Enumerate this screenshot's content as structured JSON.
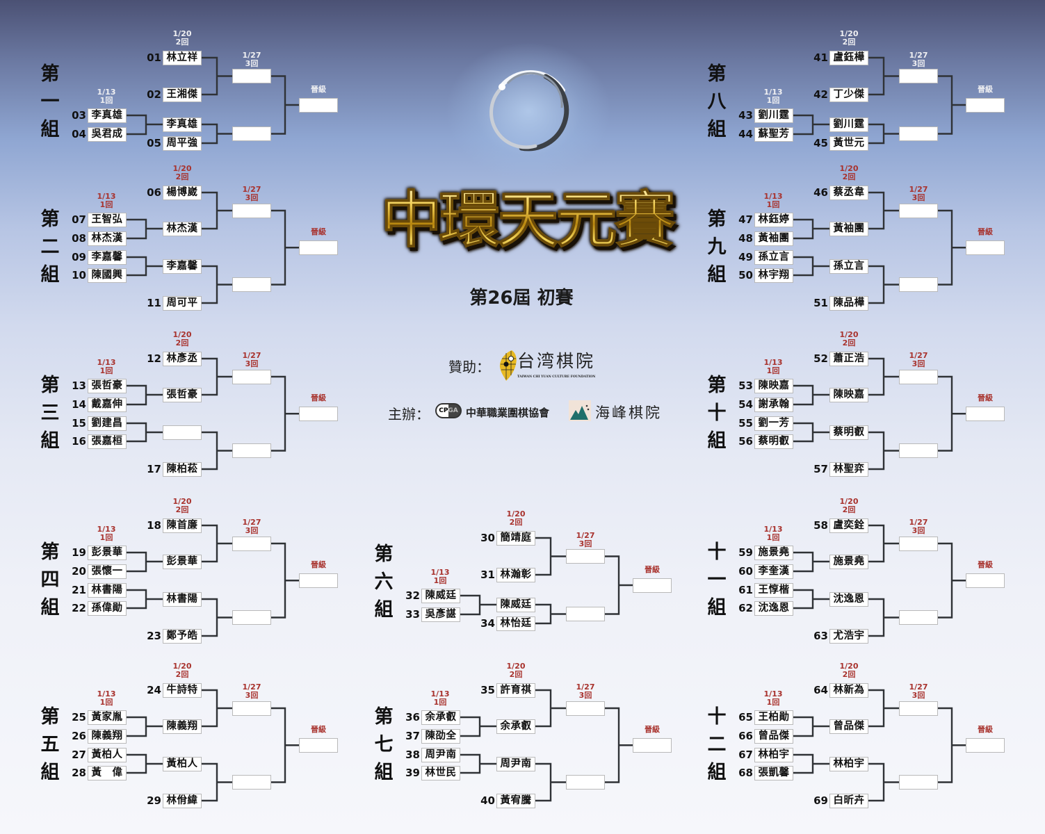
{
  "title": "中環天元賽",
  "subtitle": "第26屆 初賽",
  "sponsor": {
    "label": "贊助：",
    "name": "台湾棋院",
    "name_en": "TAIWAN CHI YUAN CULTURE FOUNDATION"
  },
  "organizer": {
    "label": "主辦：",
    "cpga_badge": "CPGA",
    "cpga_name": "中華職業圍棋協會",
    "second_name": "海峰棋院"
  },
  "colors": {
    "date_light": "#f0f0f2",
    "date_red": "#a8322d",
    "line": "#2f3236"
  },
  "groups": [
    {
      "label": "第一組",
      "light": true,
      "date1": [
        "1/13",
        "1回"
      ],
      "date2": [
        "1/20",
        "2回"
      ],
      "date3": [
        "1/27",
        "3回"
      ],
      "advance": "晉級",
      "slots": [
        {
          "num": "01",
          "name": "林立祥"
        },
        {
          "num": "02",
          "name": "王湘傑"
        },
        {
          "winner": "李真雄",
          "pair": [
            {
              "num": "03",
              "name": "李真雄"
            },
            {
              "num": "04",
              "name": "吳君成"
            }
          ]
        },
        {
          "num": "05",
          "name": "周平強"
        }
      ],
      "r3": [
        "",
        ""
      ],
      "final": ""
    },
    {
      "label": "第二組",
      "date1": [
        "1/13",
        "1回"
      ],
      "date2": [
        "1/20",
        "2回"
      ],
      "date3": [
        "1/27",
        "3回"
      ],
      "advance": "晉級",
      "slots": [
        {
          "num": "06",
          "name": "楊博崴"
        },
        {
          "winner": "林杰漢",
          "pair": [
            {
              "num": "07",
              "name": "王智弘"
            },
            {
              "num": "08",
              "name": "林杰漢"
            }
          ]
        },
        {
          "winner": "李嘉馨",
          "pair": [
            {
              "num": "09",
              "name": "李嘉馨"
            },
            {
              "num": "10",
              "name": "陳國興"
            }
          ]
        },
        {
          "num": "11",
          "name": "周可平"
        }
      ],
      "r3": [
        "",
        ""
      ],
      "final": ""
    },
    {
      "label": "第三組",
      "date1": [
        "1/13",
        "1回"
      ],
      "date2": [
        "1/20",
        "2回"
      ],
      "date3": [
        "1/27",
        "3回"
      ],
      "advance": "晉級",
      "slots": [
        {
          "num": "12",
          "name": "林彥丞"
        },
        {
          "winner": "張哲豪",
          "pair": [
            {
              "num": "13",
              "name": "張哲豪"
            },
            {
              "num": "14",
              "name": "戴嘉伸"
            }
          ]
        },
        {
          "winner": "",
          "pair": [
            {
              "num": "15",
              "name": "劉建昌"
            },
            {
              "num": "16",
              "name": "張嘉桓"
            }
          ]
        },
        {
          "num": "17",
          "name": "陳柏菘"
        }
      ],
      "r3": [
        "",
        ""
      ],
      "final": ""
    },
    {
      "label": "第四組",
      "date1": [
        "1/13",
        "1回"
      ],
      "date2": [
        "1/20",
        "2回"
      ],
      "date3": [
        "1/27",
        "3回"
      ],
      "advance": "晉級",
      "slots": [
        {
          "num": "18",
          "name": "陳首廉"
        },
        {
          "winner": "彭景華",
          "pair": [
            {
              "num": "19",
              "name": "彭景華"
            },
            {
              "num": "20",
              "name": "張懷一"
            }
          ]
        },
        {
          "winner": "林書陽",
          "pair": [
            {
              "num": "21",
              "name": "林書陽"
            },
            {
              "num": "22",
              "name": "孫偉勛"
            }
          ]
        },
        {
          "num": "23",
          "name": "鄭予皓"
        }
      ],
      "r3": [
        "",
        ""
      ],
      "final": ""
    },
    {
      "label": "第五組",
      "date1": [
        "1/13",
        "1回"
      ],
      "date2": [
        "1/20",
        "2回"
      ],
      "date3": [
        "1/27",
        "3回"
      ],
      "advance": "晉級",
      "slots": [
        {
          "num": "24",
          "name": "牛詩特"
        },
        {
          "winner": "陳義翔",
          "pair": [
            {
              "num": "25",
              "name": "黃家胤"
            },
            {
              "num": "26",
              "name": "陳義翔"
            }
          ]
        },
        {
          "winner": "黃柏人",
          "pair": [
            {
              "num": "27",
              "name": "黃柏人"
            },
            {
              "num": "28",
              "name": "黃　偉"
            }
          ]
        },
        {
          "num": "29",
          "name": "林佾緯"
        }
      ],
      "r3": [
        "",
        ""
      ],
      "final": ""
    },
    {
      "label": "第六組",
      "date1": [
        "1/13",
        "1回"
      ],
      "date2": [
        "1/20",
        "2回"
      ],
      "date3": [
        "1/27",
        "3回"
      ],
      "advance": "晉級",
      "slots": [
        {
          "num": "30",
          "name": "簡靖庭"
        },
        {
          "num": "31",
          "name": "林瀚彰"
        },
        {
          "winner": "陳威廷",
          "pair": [
            {
              "num": "32",
              "name": "陳威廷"
            },
            {
              "num": "33",
              "name": "吳彥諶"
            }
          ]
        },
        {
          "num": "34",
          "name": "林怡廷"
        }
      ],
      "r3": [
        "",
        ""
      ],
      "final": ""
    },
    {
      "label": "第七組",
      "date1": [
        "1/13",
        "1回"
      ],
      "date2": [
        "1/20",
        "2回"
      ],
      "date3": [
        "1/27",
        "3回"
      ],
      "advance": "晉級",
      "slots": [
        {
          "num": "35",
          "name": "許育祺"
        },
        {
          "winner": "余承叡",
          "pair": [
            {
              "num": "36",
              "name": "余承叡"
            },
            {
              "num": "37",
              "name": "陳劭全"
            }
          ]
        },
        {
          "winner": "周尹南",
          "pair": [
            {
              "num": "38",
              "name": "周尹南"
            },
            {
              "num": "39",
              "name": "林世民"
            }
          ]
        },
        {
          "num": "40",
          "name": "黃宥騰"
        }
      ],
      "r3": [
        "",
        ""
      ],
      "final": ""
    },
    {
      "label": "第八組",
      "light": true,
      "date1": [
        "1/13",
        "1回"
      ],
      "date2": [
        "1/20",
        "2回"
      ],
      "date3": [
        "1/27",
        "3回"
      ],
      "advance": "晉級",
      "slots": [
        {
          "num": "41",
          "name": "盧鈺樺"
        },
        {
          "num": "42",
          "name": "丁少傑"
        },
        {
          "winner": "劉川霆",
          "pair": [
            {
              "num": "43",
              "name": "劉川霆"
            },
            {
              "num": "44",
              "name": "蘇聖芳"
            }
          ]
        },
        {
          "num": "45",
          "name": "黃世元"
        }
      ],
      "r3": [
        "",
        ""
      ],
      "final": ""
    },
    {
      "label": "第九組",
      "date1": [
        "1/13",
        "1回"
      ],
      "date2": [
        "1/20",
        "2回"
      ],
      "date3": [
        "1/27",
        "3回"
      ],
      "advance": "晉級",
      "slots": [
        {
          "num": "46",
          "name": "蔡丞韋"
        },
        {
          "winner": "黃袖團",
          "pair": [
            {
              "num": "47",
              "name": "林鈺婷"
            },
            {
              "num": "48",
              "name": "黃袖團"
            }
          ]
        },
        {
          "winner": "孫立言",
          "pair": [
            {
              "num": "49",
              "name": "孫立言"
            },
            {
              "num": "50",
              "name": "林宇翔"
            }
          ]
        },
        {
          "num": "51",
          "name": "陳品樺"
        }
      ],
      "r3": [
        "",
        ""
      ],
      "final": ""
    },
    {
      "label": "第十組",
      "date1": [
        "1/13",
        "1回"
      ],
      "date2": [
        "1/20",
        "2回"
      ],
      "date3": [
        "1/27",
        "3回"
      ],
      "advance": "晉級",
      "slots": [
        {
          "num": "52",
          "name": "蕭正浩"
        },
        {
          "winner": "陳映嘉",
          "pair": [
            {
              "num": "53",
              "name": "陳映嘉"
            },
            {
              "num": "54",
              "name": "謝承翰"
            }
          ]
        },
        {
          "winner": "蔡明叡",
          "pair": [
            {
              "num": "55",
              "name": "劉一芳"
            },
            {
              "num": "56",
              "name": "蔡明叡"
            }
          ]
        },
        {
          "num": "57",
          "name": "林聖弈"
        }
      ],
      "r3": [
        "",
        ""
      ],
      "final": ""
    },
    {
      "label": "十一組",
      "date1": [
        "1/13",
        "1回"
      ],
      "date2": [
        "1/20",
        "2回"
      ],
      "date3": [
        "1/27",
        "3回"
      ],
      "advance": "晉級",
      "slots": [
        {
          "num": "58",
          "name": "盧奕銓"
        },
        {
          "winner": "施景堯",
          "pair": [
            {
              "num": "59",
              "name": "施景堯"
            },
            {
              "num": "60",
              "name": "李奎漢"
            }
          ]
        },
        {
          "winner": "沈逸恩",
          "pair": [
            {
              "num": "61",
              "name": "王惇楷"
            },
            {
              "num": "62",
              "name": "沈逸恩"
            }
          ]
        },
        {
          "num": "63",
          "name": "尤浩宇"
        }
      ],
      "r3": [
        "",
        ""
      ],
      "final": ""
    },
    {
      "label": "十二組",
      "date1": [
        "1/13",
        "1回"
      ],
      "date2": [
        "1/20",
        "2回"
      ],
      "date3": [
        "1/27",
        "3回"
      ],
      "advance": "晉級",
      "slots": [
        {
          "num": "64",
          "name": "林新為"
        },
        {
          "winner": "曾品傑",
          "pair": [
            {
              "num": "65",
              "name": "王柏勛"
            },
            {
              "num": "66",
              "name": "曾品傑"
            }
          ]
        },
        {
          "winner": "林柏宇",
          "pair": [
            {
              "num": "67",
              "name": "林柏宇"
            },
            {
              "num": "68",
              "name": "張凱馨"
            }
          ]
        },
        {
          "num": "69",
          "name": "白昕卉"
        }
      ],
      "r3": [
        "",
        ""
      ],
      "final": ""
    }
  ]
}
